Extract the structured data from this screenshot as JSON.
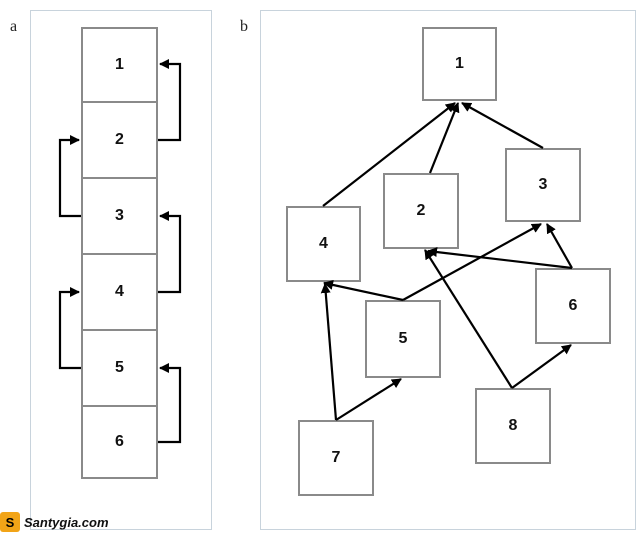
{
  "panel_a": {
    "letter": "a",
    "nodes": [
      "1",
      "2",
      "3",
      "4",
      "5",
      "6"
    ]
  },
  "panel_b": {
    "letter": "b",
    "nodes": [
      "1",
      "2",
      "3",
      "4",
      "5",
      "6",
      "7",
      "8"
    ],
    "edges": [
      [
        "2",
        "1"
      ],
      [
        "3",
        "1"
      ],
      [
        "4",
        "1"
      ],
      [
        "5",
        "4"
      ],
      [
        "5",
        "3"
      ],
      [
        "6",
        "2"
      ],
      [
        "6",
        "3"
      ],
      [
        "7",
        "4"
      ],
      [
        "7",
        "5"
      ],
      [
        "8",
        "2"
      ],
      [
        "8",
        "6"
      ]
    ]
  },
  "watermark": {
    "text": "Santygia.com",
    "logo_icon": "book-logo-icon"
  },
  "colors": {
    "node_border": "#8a8a8a",
    "panel_border": "#c8d3dc",
    "arrow": "#000000"
  }
}
